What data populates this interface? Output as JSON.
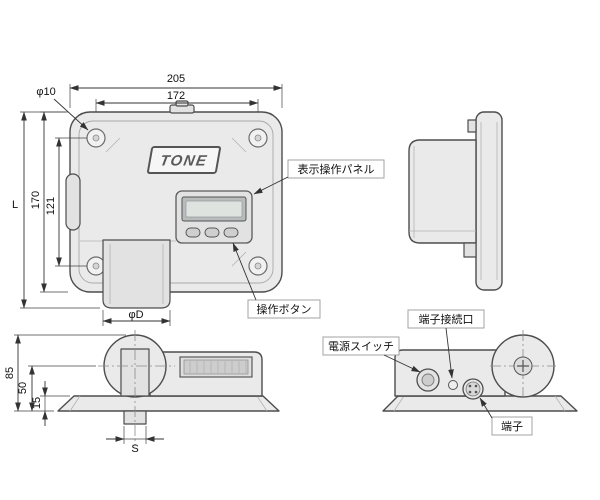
{
  "diagram": {
    "brand": "TONE",
    "front": {
      "dim_width_overall": "205",
      "dim_width_holes": "172",
      "dim_hole_diameter": "φ10",
      "dim_height_total": "L",
      "dim_height_body": "170",
      "dim_height_holes": "121",
      "dim_boss_diameter": "φD",
      "label_display_panel": "表示操作パネル",
      "label_operation_buttons": "操作ボタン"
    },
    "side_bottom": {
      "dim_height_total": "85",
      "dim_center_height": "50",
      "dim_base_thickness": "15",
      "dim_square_drive": "S"
    },
    "rear_bottom": {
      "label_terminal_port": "端子接続口",
      "label_power_switch": "電源スイッチ",
      "label_terminal": "端子"
    },
    "colors": {
      "body_fill": "#eaeaea",
      "outline": "#4d4d4d",
      "dimension": "#333333"
    }
  }
}
